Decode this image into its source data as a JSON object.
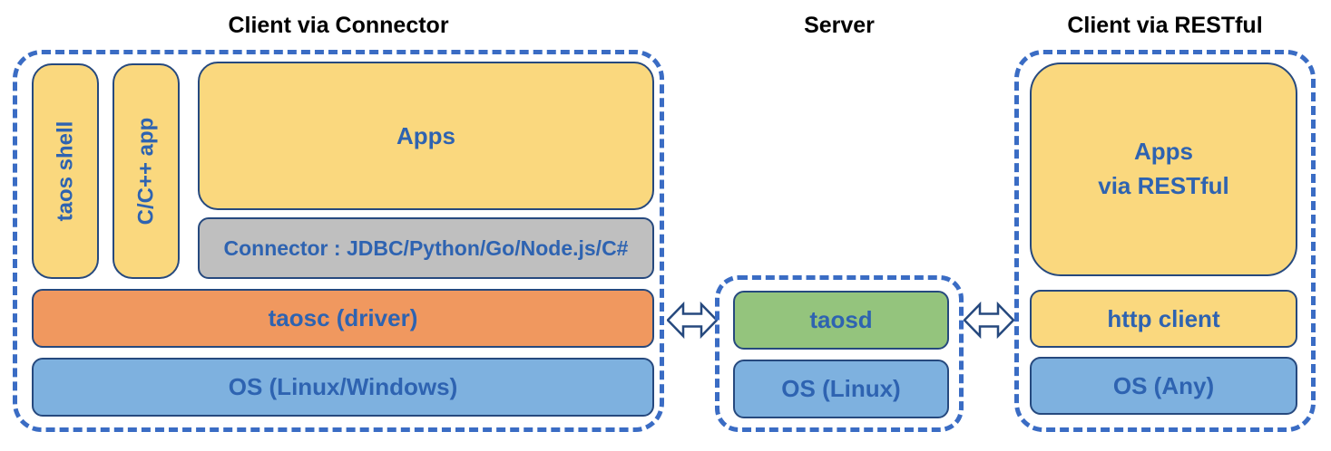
{
  "diagram": {
    "left": {
      "title": "Client via Connector",
      "taos_shell": "taos shell",
      "cpp_app": "C/C++ app",
      "apps": "Apps",
      "connector": "Connector : JDBC/Python/Go/Node.js/C#",
      "taosc": "taosc (driver)",
      "os": "OS (Linux/Windows)"
    },
    "server": {
      "title": "Server",
      "taosd": "taosd",
      "os": "OS (Linux)"
    },
    "right": {
      "title": "Client via RESTful",
      "apps_line1": "Apps",
      "apps_line2": "via RESTful",
      "http_client": "http client",
      "os": "OS (Any)"
    },
    "colors": {
      "box_yellow": "#fad87e",
      "box_gray": "#bfbfbf",
      "box_orange": "#f0985f",
      "box_blue": "#7eb1df",
      "box_green": "#94c47d",
      "box_border": "#26497e",
      "dashed_border": "#3a6cc4",
      "label_text": "#2e63b1",
      "title_text": "#000000",
      "arrow_fill": "#ffffff",
      "arrow_stroke": "#26497e"
    }
  }
}
